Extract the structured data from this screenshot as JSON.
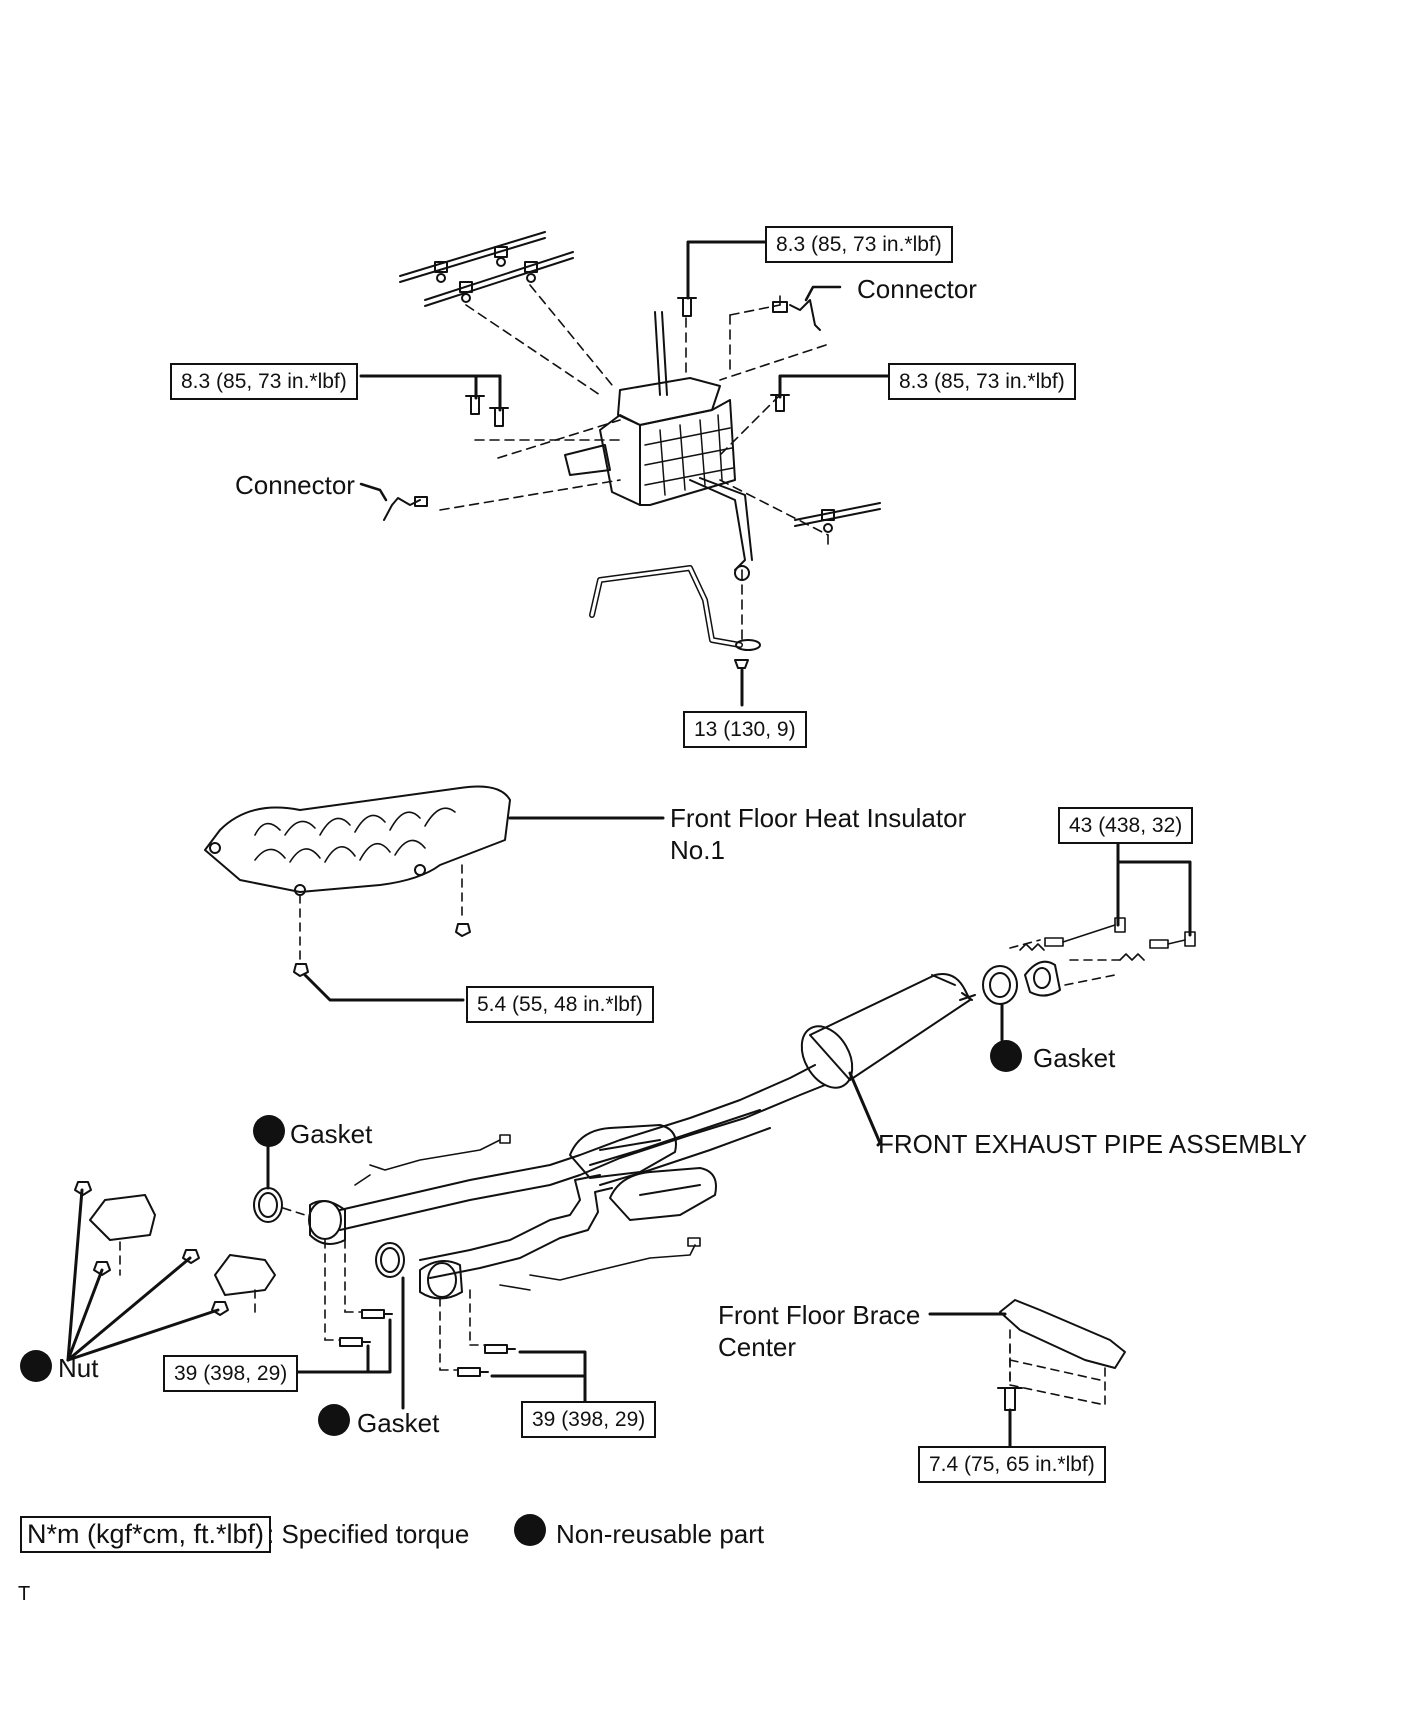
{
  "torque_specs": {
    "shift_top": "8.3 (85, 73 in.*lbf)",
    "shift_left": "8.3 (85, 73 in.*lbf)",
    "shift_right": "8.3 (85, 73 in.*lbf)",
    "rod_nut": "13 (130, 9)",
    "insulator_nut": "5.4 (55, 48 in.*lbf)",
    "rear_flange": "43 (438, 32)",
    "front_flange_left": "39 (398, 29)",
    "front_flange_right": "39 (398, 29)",
    "brace_bolt": "7.4 (75, 65  in.*lbf)"
  },
  "labels": {
    "connector_top": "Connector",
    "connector_left": "Connector",
    "heat_insulator_line1": "Front Floor Heat Insulator",
    "heat_insulator_line2": "No.1",
    "gasket_rear": "Gasket",
    "gasket_front_upper": "Gasket",
    "gasket_front_lower": "Gasket",
    "exhaust_pipe": "FRONT EXHAUST PIPE ASSEMBLY",
    "nut": "Nut",
    "brace_line1": "Front Floor Brace",
    "brace_line2": "Center",
    "corner_mark": "T"
  },
  "legend": {
    "torque_unit": "N*m (kgf*cm, ft.*lbf)",
    "torque_text": ": Specified torque",
    "nonreusable_text": "Non-reusable part"
  },
  "colors": {
    "ink": "#111111",
    "background": "#ffffff"
  }
}
